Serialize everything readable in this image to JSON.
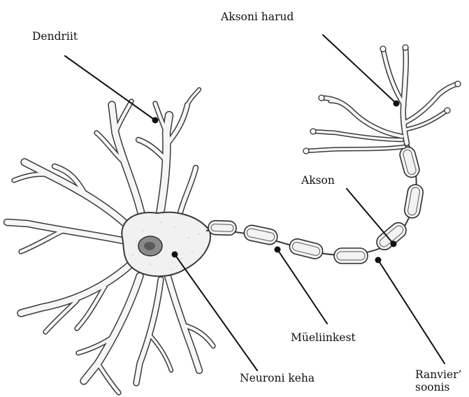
{
  "diagram": {
    "labels": {
      "dendrite": "Dendriit",
      "axon_terminals": "Aksoni harud",
      "axon": "Akson",
      "cell_body": "Neuroni keha",
      "myelin_sheath": "Müeliinkest",
      "ranvier_line1": "Ranvier’",
      "ranvier_line2": "soonis"
    }
  }
}
